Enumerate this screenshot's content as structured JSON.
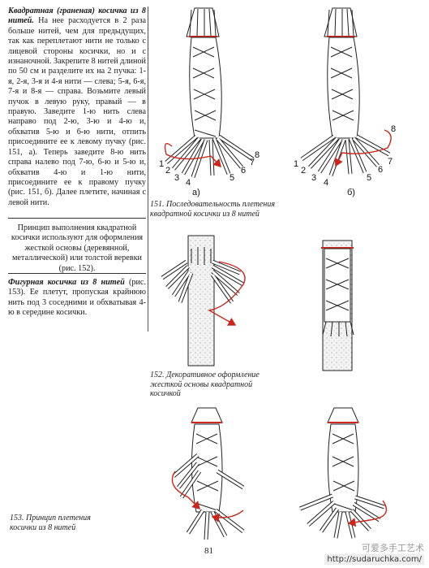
{
  "section1": {
    "heading": "Квадратная (граненая) косичка из 8 нитей.",
    "body": "На нее расходуется в 2 раза больше нитей, чем для предыдущих, так как переплетают нити не только с лицевой стороны косички, но и с изнаночной. Закрепите 8 нитей длиной по 50 см и разделите их на 2 пучка: 1-я, 2-я, 3-я и 4-я нити — слева; 5-я, 6-я, 7-я и 8-я — справа. Возьмите левый пучок в левую руку, правый — в правую. Заведите 1-ю нить слева направо под 2-ю, 3-ю и 4-ю и, обхватив 5-ю и 6-ю нити, отпить присоедините ее к левому пучку (рис. 151, а). Теперь заведите 8-ю нить справа налево под 7-ю, 6-ю и 5-ю и, обхватив 4-ю и 1-ю нити, присоедините ее к правому пучку (рис. 151, б). Далее плетите, начиная с левой нити."
  },
  "section2": {
    "body": "Принцип выполнения квадратной косички используют для оформления жесткой основы (деревянной, металлической) или толстой веревки (рис. 152)."
  },
  "section3": {
    "heading": "Фигурная косичка из 8 нитей",
    "body": "(рис. 153). Ее плетут, пропуская крайнюю нить под 3 соседними и обхватывая 4-ю в середине косички."
  },
  "captions": {
    "fig151": "151. Последовательность плетения квадратной косички из 8 нитей",
    "fig152": "152. Декоративное оформление жесткой основы квадратной косичкой",
    "fig153": "153. Принцип плетения косички из 8 нитей"
  },
  "figure_labels": {
    "a": "а)",
    "b": "б)",
    "left_numbers": [
      "1",
      "2",
      "3",
      "4",
      "5",
      "6",
      "7",
      "8"
    ],
    "right_numbers": [
      "1",
      "2",
      "3",
      "4",
      "5",
      "6",
      "7",
      "8"
    ]
  },
  "page_number": "81",
  "watermark": {
    "title": "可爱多手工艺术",
    "url": "http://sudaruchka.com/"
  },
  "colors": {
    "arrow": "#c8281e",
    "ink": "#1a1a1a"
  }
}
